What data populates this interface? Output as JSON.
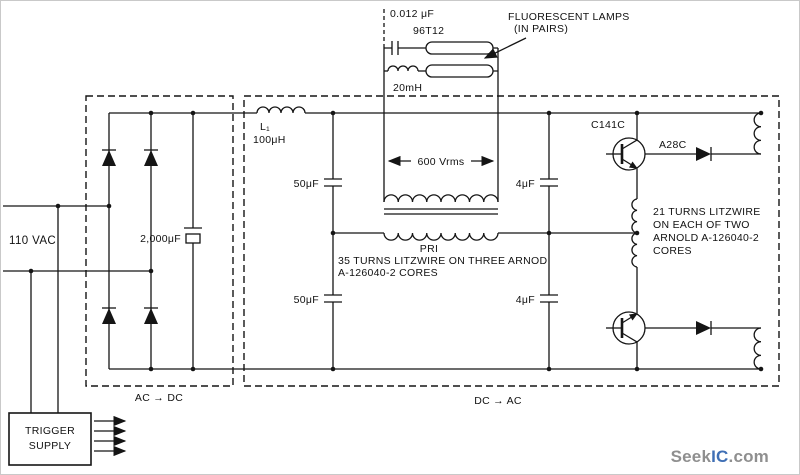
{
  "schematic": {
    "lamp_section": {
      "series_cap": "0.012 μF",
      "lamp_model": "96T12",
      "note_line1": "FLUORESCENT LAMPS",
      "note_line2": "(IN PAIRS)",
      "choke": "20mH"
    },
    "ac_dc_section": {
      "input_label": "110 VAC",
      "filter_cap": "2,000μF",
      "section_label": "AC → DC"
    },
    "dc_ac_section": {
      "section_label": "DC → AC",
      "inductor_name": "L₁",
      "inductor_value": "100μH",
      "cap_50_top": "50μF",
      "cap_50_bottom": "50μF",
      "secondary_voltage": "600 Vrms",
      "primary_label": "PRI",
      "primary_note_line1": "35 TURNS LITZWIRE ON THREE ARNOD",
      "primary_note_line2": "A-126040-2 CORES",
      "cap_4_top": "4μF",
      "cap_4_bottom": "4μF",
      "transistor_label": "C141C",
      "diode_label": "A28C",
      "feedback_note_line1": "21 TURNS LITZWIRE",
      "feedback_note_line2": "ON EACH OF TWO",
      "feedback_note_line3": "ARNOLD A-126040-2",
      "feedback_note_line4": "CORES"
    },
    "trigger_supply": {
      "line1": "TRIGGER",
      "line2": "SUPPLY"
    }
  },
  "watermark": {
    "part1": "Seek",
    "part2": "IC",
    "part3": ".com"
  },
  "colors": {
    "line": "#151515",
    "watermark_gray": "#8f8f8f",
    "watermark_accent": "#3f6fb5"
  }
}
